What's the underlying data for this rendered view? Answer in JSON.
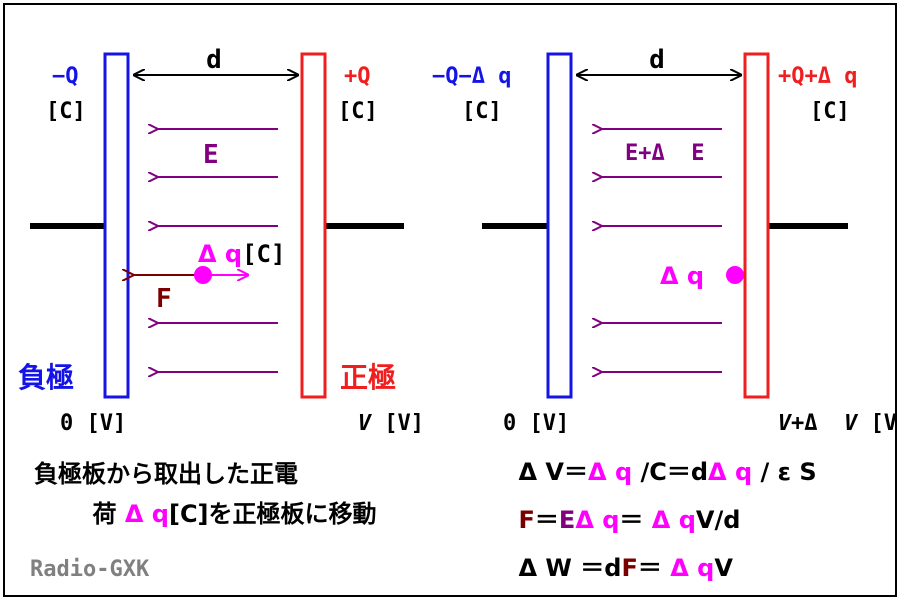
{
  "colors": {
    "negative": "#1414e6",
    "positive": "#f01e1e",
    "field": "#800080",
    "charge": "#ff00ff",
    "force": "#7a0000",
    "text": "#000000",
    "watermark": "#808080"
  },
  "left": {
    "neg_charge": "−Q",
    "neg_unit": "[C]",
    "pos_charge": "+Q",
    "pos_unit": "[C]",
    "distance": "d",
    "field": "E",
    "dq_symbol": "Δ q",
    "dq_unit": "[C]",
    "force": "F",
    "neg_label": "負極",
    "pos_label": "正極",
    "v_zero": "0 [V]",
    "v_pos_italic": "V",
    "v_pos_unit": " [V]"
  },
  "right": {
    "neg_charge": "−Q−Δ q",
    "neg_unit": "[C]",
    "pos_charge": "+Q+Δ q",
    "pos_unit": "[C]",
    "distance": "d",
    "field": "E+Δ  E",
    "dq_label": "Δ q",
    "v_zero": "0 [V]",
    "v_pos_italic": "V",
    "v_pos_delta": "+Δ  ",
    "v_pos_italic2": "V",
    "v_pos_unit": " [V]"
  },
  "caption": {
    "line1": "負極板から取出した正電",
    "line2_a": "荷 ",
    "line2_dq": "Δ q",
    "line2_b": "[C]を正極板に移動"
  },
  "equations": {
    "eq1_a": "Δ V＝",
    "eq1_dq1": "Δ q",
    "eq1_b": " /C＝d",
    "eq1_dq2": "Δ q",
    "eq1_c": " / ε S",
    "eq2_F": "F",
    "eq2_a": "＝",
    "eq2_E": "E",
    "eq2_dq1": "Δ q",
    "eq2_b": "＝ ",
    "eq2_dq2": "Δ q",
    "eq2_c": "V/d",
    "eq3_a": "Δ W ＝d",
    "eq3_F": "F",
    "eq3_b": "＝ ",
    "eq3_dq": "Δ q",
    "eq3_c": "V"
  },
  "watermark": "Radio-GXK"
}
